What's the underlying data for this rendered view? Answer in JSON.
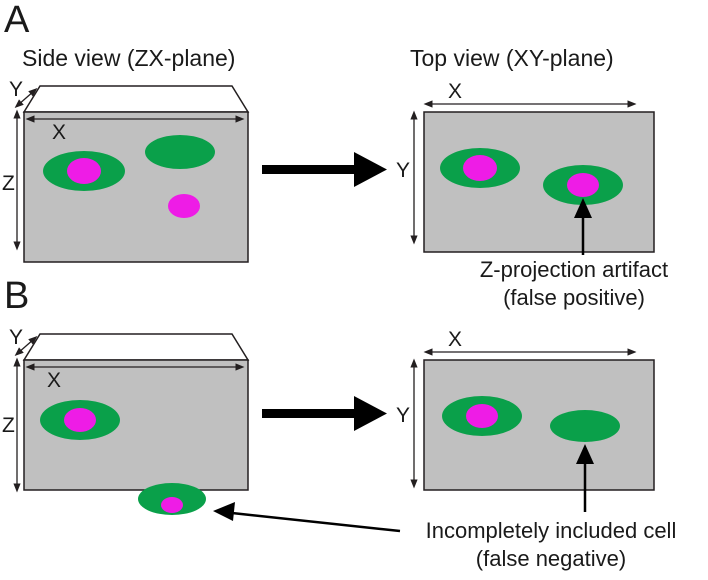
{
  "panels": {
    "a": {
      "letter": "A",
      "side_view_title": "Side view (ZX-plane)",
      "top_view_title": "Top view (XY-plane)",
      "side_axes": {
        "y": "Y",
        "x": "X",
        "z": "Z"
      },
      "top_axes": {
        "x": "X",
        "y": "Y"
      },
      "annotation": {
        "line1": "Z-projection artifact",
        "line2": "(false positive)"
      }
    },
    "b": {
      "letter": "B",
      "side_axes": {
        "y": "Y",
        "x": "X",
        "z": "Z"
      },
      "top_axes": {
        "x": "X",
        "y": "Y"
      },
      "annotation": {
        "line1": "Incompletely included cell",
        "line2": "(false negative)"
      }
    }
  },
  "colors": {
    "volume_fill": "#c0c0c0",
    "outline": "#231f20",
    "cytoplasm": "#0aa04a",
    "nucleus": "#ee1ce6",
    "arrow": "#000000"
  }
}
